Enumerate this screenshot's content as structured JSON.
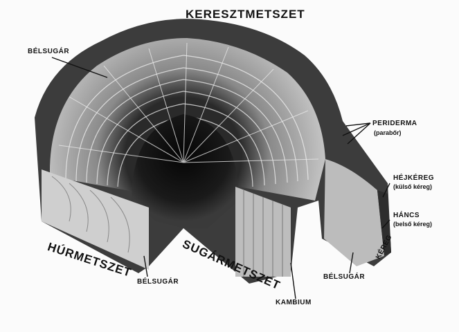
{
  "labels": {
    "keresztmetszet": "KERESZTMETSZET",
    "belsugar_top": "BÉLSUGÁR",
    "periderma": "PERIDERMA",
    "periderma_sub": "(parabőr)",
    "hejkereg": "HÉJKÉREG",
    "hejkereg_sub": "(külső kéreg)",
    "hancs": "HÁNCS",
    "hancs_sub": "(belső kéreg)",
    "kereg": "KÉREG",
    "hurmetszet": "HÚRMETSZET",
    "belsugar_bottom_left": "BÉLSUGÁR",
    "sugarmetszet": "SUGÁRMETSZET",
    "kambium": "KAMBIUM",
    "belsugar_bottom_right": "BÉLSUGÁR"
  },
  "colors": {
    "ink": "#111111",
    "wood_light": "#d9d9d9",
    "wood_mid": "#9a9a9a",
    "wood_dark": "#1e1e1e",
    "bark": "#4a4a4a"
  }
}
